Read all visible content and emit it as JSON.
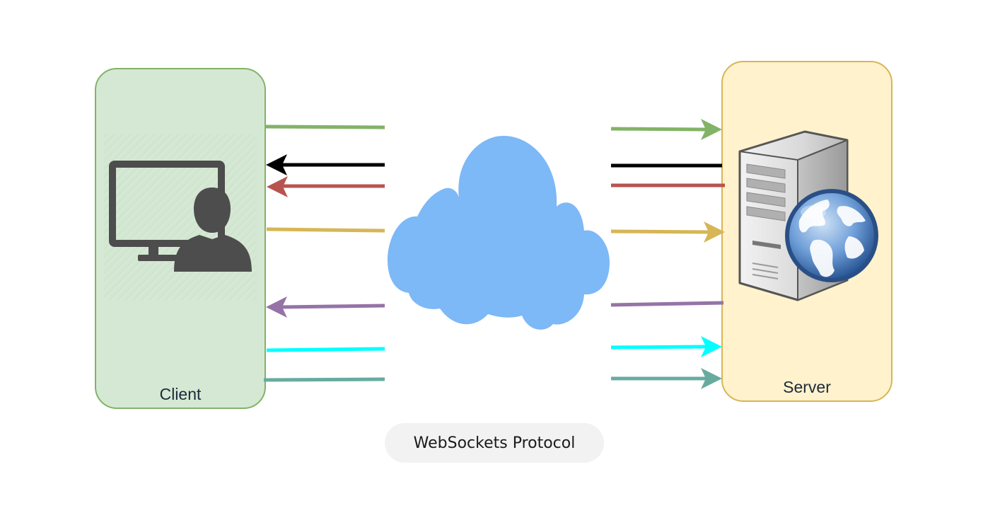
{
  "nodes": {
    "client": {
      "label": "Client",
      "fill": "#d5e8d4",
      "stroke": "#82b366"
    },
    "server": {
      "label": "Server",
      "fill": "#fff2cc",
      "stroke": "#d6b656"
    }
  },
  "caption": "WebSockets Protocol",
  "cloud_color": "#7db8f7",
  "connections": [
    {
      "color": "#82b366",
      "direction": "to-server"
    },
    {
      "color": "#000000",
      "direction": "to-client"
    },
    {
      "color": "#b85450",
      "direction": "to-client"
    },
    {
      "color": "#d6b656",
      "direction": "to-server"
    },
    {
      "color": "#9673a6",
      "direction": "to-client"
    },
    {
      "color": "#00ffff",
      "direction": "to-server"
    },
    {
      "color": "#67ab9f",
      "direction": "to-server"
    }
  ]
}
